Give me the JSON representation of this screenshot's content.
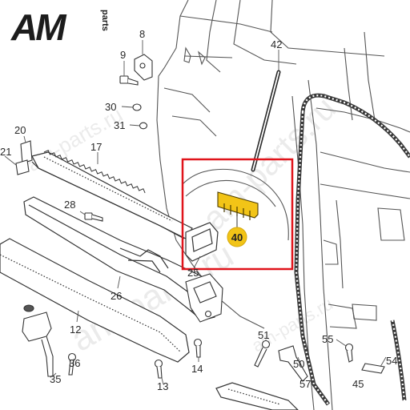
{
  "brand": {
    "logo_main": "AM",
    "logo_side": "parts",
    "logo_color": "#1c1c1c",
    "watermark_text": "am-parts.ru"
  },
  "colors": {
    "line": "#3a3a3a",
    "light_line": "#9a9a9a",
    "highlight_box": "#e0141b",
    "highlight_part": "#f2c417",
    "highlight_badge": "#f2c417"
  },
  "callouts": {
    "c8": "8",
    "c9": "9",
    "c30": "30",
    "c31": "31",
    "c42": "42",
    "c20": "20",
    "c21": "21",
    "c17": "17",
    "c28": "28",
    "c40": "40",
    "c25": "25",
    "c26": "26",
    "c12": "12",
    "c51": "51",
    "c55": "55",
    "c50": "50",
    "c54": "54",
    "c14": "14",
    "c36": "36",
    "c13": "13",
    "c35": "35",
    "c57": "57",
    "c45": "45"
  }
}
